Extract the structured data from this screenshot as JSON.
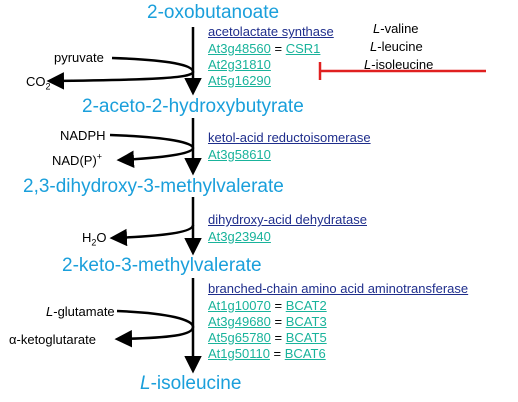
{
  "metabolites": {
    "m1": "2-oxobutanoate",
    "m2": "2-aceto-2-hydroxybutyrate",
    "m3": "2,3-dihydroxy-3-methylvalerate",
    "m4": "2-keto-3-methylvalerate",
    "m5_italic": "L",
    "m5_rest": "-isoleucine"
  },
  "step1": {
    "enzyme": "acetolactate synthase",
    "genes": [
      {
        "locus": "At3g48560",
        "eq": " = ",
        "name": "CSR1"
      },
      {
        "locus": "At2g31810",
        "eq": "",
        "name": ""
      },
      {
        "locus": "At5g16290",
        "eq": "",
        "name": ""
      }
    ],
    "side_in": "pyruvate",
    "side_out_main": "CO",
    "side_out_sub": "2"
  },
  "inhibitors": [
    {
      "italic": "L",
      "rest": "-valine"
    },
    {
      "italic": "L",
      "rest": "-leucine"
    },
    {
      "italic": "L",
      "rest": "-isoleucine"
    }
  ],
  "step2": {
    "enzyme": "ketol-acid reductoisomerase",
    "genes": [
      {
        "locus": "At3g58610"
      }
    ],
    "side_in": "NADPH",
    "side_out_main": "NAD(P)",
    "side_out_sup": "+"
  },
  "step3": {
    "enzyme": "dihydroxy-acid dehydratase",
    "genes": [
      {
        "locus": "At3g23940"
      }
    ],
    "side_out_main": "H",
    "side_out_sub": "2",
    "side_out_tail": "O"
  },
  "step4": {
    "enzyme": "branched-chain amino acid aminotransferase",
    "genes": [
      {
        "locus": "At1g10070",
        "eq": " = ",
        "name": "BCAT2"
      },
      {
        "locus": "At3g49680",
        "eq": " = ",
        "name": "BCAT3"
      },
      {
        "locus": "At5g65780",
        "eq": " = ",
        "name": "BCAT5"
      },
      {
        "locus": "At1g50110",
        "eq": " = ",
        "name": "BCAT6"
      }
    ],
    "side_in_italic": "L",
    "side_in_rest": "-glutamate",
    "side_out": "α-ketoglutarate"
  },
  "colors": {
    "metabolite": "#1a9fdb",
    "enzyme": "#1f2e8c",
    "gene": "#19b39b",
    "inhibition": "#e02020",
    "arrow": "#000000"
  }
}
